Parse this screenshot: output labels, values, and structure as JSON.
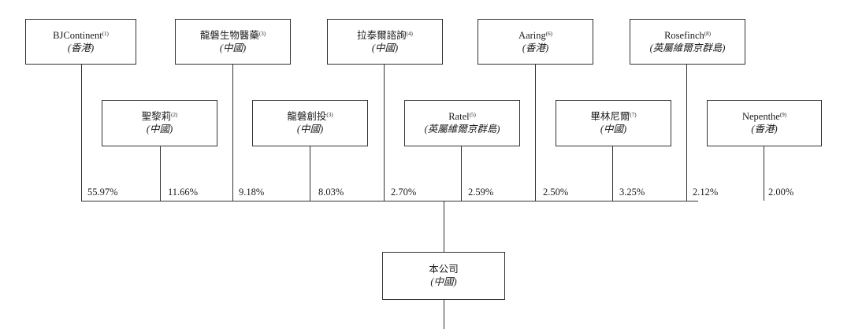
{
  "shareholders": [
    {
      "name": "BJContinent",
      "note": "(1)",
      "location": "(香港)",
      "percentage": "55.97%"
    },
    {
      "name": "聖黎莉",
      "note": "(2)",
      "location": "(中國)",
      "percentage": "11.66%"
    },
    {
      "name": "龍磐生物醫藥",
      "note": "(3)",
      "location": "(中國)",
      "percentage": "9.18%"
    },
    {
      "name": "龍磐創投",
      "note": "(3)",
      "location": "(中國)",
      "percentage": "8.03%"
    },
    {
      "name": "拉泰爾諮詢",
      "note": "(4)",
      "location": "(中國)",
      "percentage": "2.70%"
    },
    {
      "name": "Ratel",
      "note": "(5)",
      "location": "(英屬維爾京群島)",
      "percentage": "2.59%"
    },
    {
      "name": "Aaring",
      "note": "(6)",
      "location": "(香港)",
      "percentage": "2.50%"
    },
    {
      "name": "畢林尼爾",
      "note": "(7)",
      "location": "(中國)",
      "percentage": "3.25%"
    },
    {
      "name": "Rosefinch",
      "note": "(8)",
      "location": "(英屬維爾京群島)",
      "percentage": "2.12%"
    },
    {
      "name": "Nepenthe",
      "note": "(9)",
      "location": "(香港)",
      "percentage": "2.00%"
    }
  ],
  "company": {
    "name": "本公司",
    "location": "(中國)"
  }
}
